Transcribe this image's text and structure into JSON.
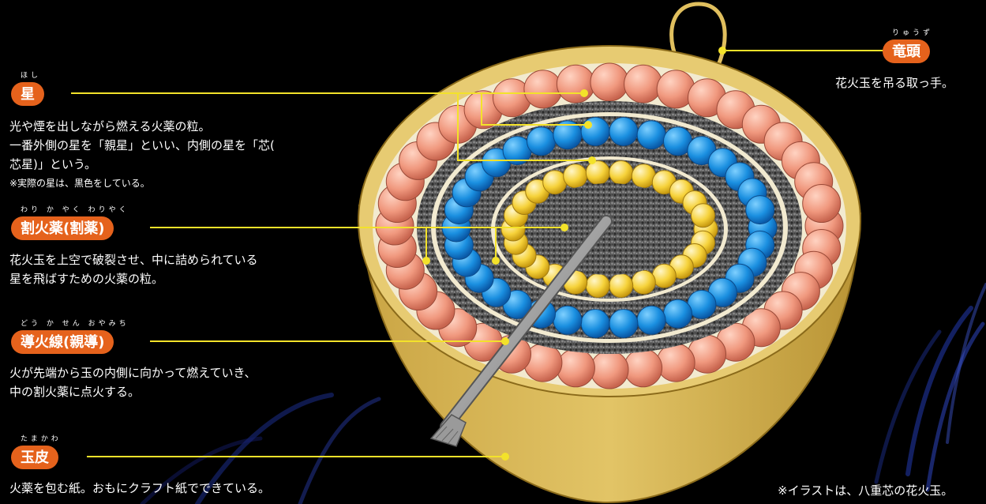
{
  "labels": {
    "ryuzu": {
      "ruby": "りゅうず",
      "title": "竜頭",
      "desc": [
        "花火玉を吊る取っ手。"
      ]
    },
    "hoshi": {
      "ruby": "ほし",
      "title": "星",
      "desc": [
        "光や煙を出しながら燃える火薬の粒。",
        "一番外側の星を「親星」といい、内側の星を「芯(",
        "芯星)」という。"
      ],
      "note": "※実際の星は、黒色をしている。"
    },
    "warikayaku": {
      "ruby": "わり か やく わりやく",
      "title": "割火薬(割薬)",
      "desc": [
        "花火玉を上空で破裂させ、中に詰められている",
        "星を飛ばすための火薬の粒。"
      ]
    },
    "doukasen": {
      "ruby": "どう か せん おやみち",
      "title": "導火線(親導)",
      "desc": [
        "火が先端から玉の内側に向かって燃えていき、",
        "中の割火薬に点火する。"
      ]
    },
    "tamakawa": {
      "ruby": "たまかわ",
      "title": "玉皮",
      "desc": [
        "火薬を包む紙。おもにクラフト紙でできている。"
      ]
    }
  },
  "footnote": "※イラストは、八重芯の花火玉。",
  "colors": {
    "accent": "#e5621c",
    "leader": "#f3e22a",
    "shell": "#e0bf5e",
    "outer_star": "#f2a48a",
    "blue_star": "#1c8fe0",
    "yellow_star": "#f7d23c",
    "powder": "#4a4a4a"
  }
}
